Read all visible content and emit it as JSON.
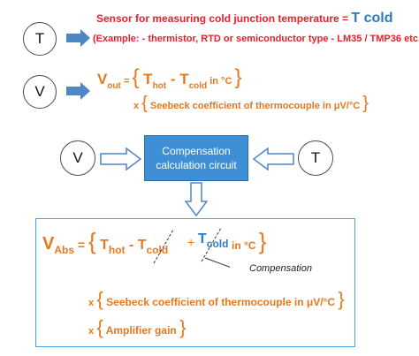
{
  "t_circle": "T",
  "v_circle": "V",
  "line1": {
    "prefix": "Sensor for measuring cold junction temperature = ",
    "big": "T cold"
  },
  "line2": "(Example: - thermistor, RTD or semiconductor type - LM35 / TMP36 etc.)",
  "vout": {
    "v": "V",
    "v_sub": "out",
    "eq": " = ",
    "open": "{",
    "t1": " T",
    "t1_sub": "hot",
    "minus": " - T",
    "t2_sub": "cold",
    "unit": " in °C ",
    "close": "}"
  },
  "seebeck1": {
    "x": "x",
    "open": "{",
    "text": " Seebeck coefficient  of thermocouple in μV/°C ",
    "close": "}"
  },
  "comp_box": {
    "line1": "Compensation",
    "line2": "calculation circuit"
  },
  "vabs": {
    "v": "V",
    "v_sub": "Abs",
    "eq": " = ",
    "open": "{",
    "t1": " T",
    "t1_sub": "hot",
    "minus": " - T",
    "t2_sub": "cold",
    "plus": "+",
    "t3": "T",
    "t3_sub": "cold",
    "unit": " in °C ",
    "close": "}"
  },
  "compensation_label": "Compensation",
  "seebeck2": {
    "x": "x",
    "open": "{",
    "text": " Seebeck coefficient  of thermocouple in  μV/°C ",
    "close": "}"
  },
  "amplifier": {
    "x": "x",
    "open": "{",
    "text": " Amplifier gain ",
    "close": "}"
  },
  "colors": {
    "red": "#e8202a",
    "orange": "#e8781e",
    "blue": "#2f79c9",
    "arrow": "#4f86c6",
    "box_fill": "#3f8fd6"
  }
}
